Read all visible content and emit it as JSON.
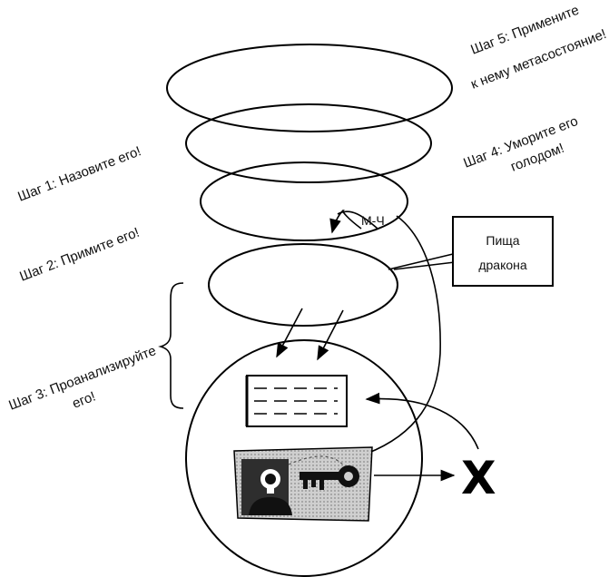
{
  "steps": {
    "step1": "Шаг  1: Назовите его!",
    "step2": "Шаг 2: Примите его!",
    "step3_line1": "Шаг 3: Проанализируйте",
    "step3_line2": "его!",
    "step4_line1": "Шаг 4: Уморите  его",
    "step4_line2": "голодом!",
    "step5_line1": "Шаг 5: Примените",
    "step5_line2": "к нему метасостояние!"
  },
  "labels": {
    "mch": "М-Ч",
    "dragon_food_line1": "Пища",
    "dragon_food_line2": "дракона",
    "x_mark": "X"
  }
}
